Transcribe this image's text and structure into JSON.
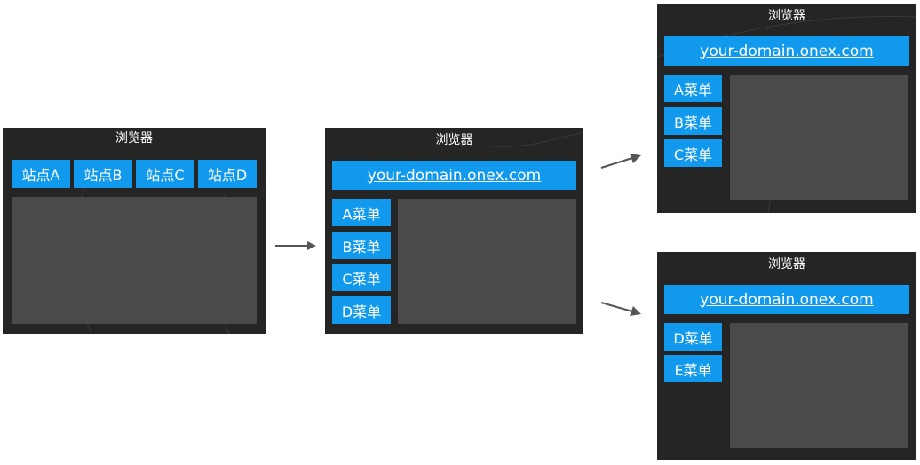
{
  "window_title": "浏览器",
  "window1": {
    "sites": [
      "站点A",
      "站点B",
      "站点C",
      "站点D"
    ]
  },
  "window2": {
    "url": "your-domain.onex.com",
    "menus": [
      "A菜单",
      "B菜单",
      "C菜单",
      "D菜单"
    ]
  },
  "window3": {
    "url": "your-domain.onex.com",
    "menus": [
      "A菜单",
      "B菜单",
      "C菜单"
    ]
  },
  "window4": {
    "url": "your-domain.onex.com",
    "menus": [
      "D菜单",
      "E菜单"
    ]
  },
  "colors": {
    "window_bg": "#252525",
    "button": "#1199ee",
    "content": "#4a4a4a",
    "arrow": "#555555"
  },
  "icons": [
    "arrow-right-icon",
    "arrow-up-right-icon",
    "arrow-down-right-icon"
  ]
}
